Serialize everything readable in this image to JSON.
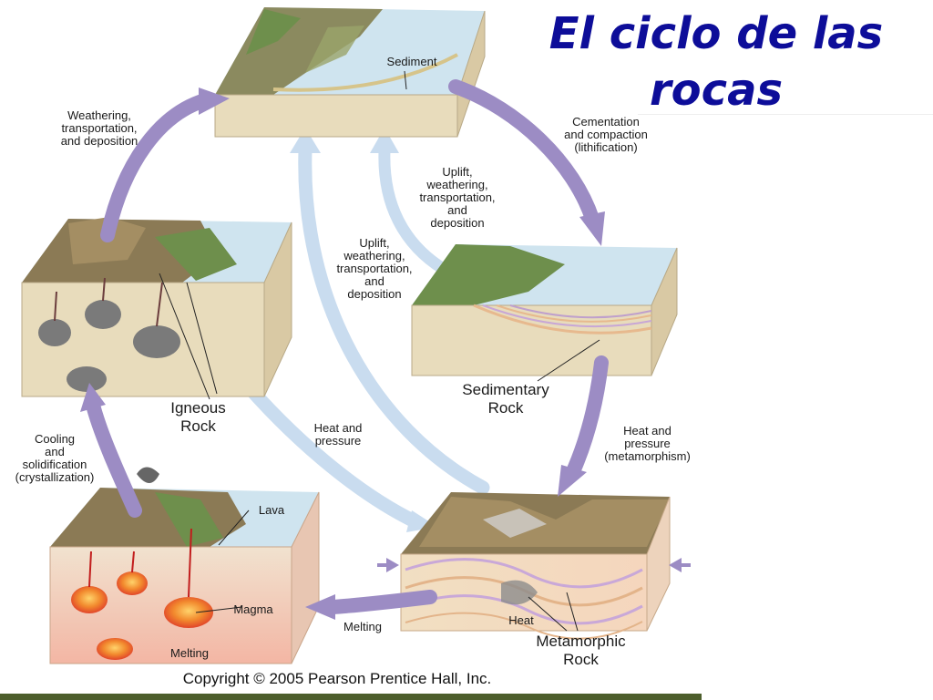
{
  "slide": {
    "title": "El ciclo de las\nrocas",
    "copyright": "Copyright © 2005 Pearson Prentice Hall, Inc."
  },
  "diagram": {
    "blocks": {
      "sediment": {
        "label": "Sediment"
      },
      "igneous": {
        "label": "Igneous\nRock"
      },
      "sedimentary": {
        "label": "Sedimentary\nRock"
      },
      "metamorphic": {
        "label": "Metamorphic\nRock",
        "heat_label": "Heat"
      },
      "magma": {
        "lava_label": "Lava",
        "magma_label": "Magma",
        "melting_label": "Melting"
      }
    },
    "processes": {
      "weathering": "Weathering,\ntransportation,\nand deposition",
      "cementation": "Cementation\nand compaction\n(lithification)",
      "uplift_inner": "Uplift,\nweathering,\ntransportation,\nand\ndeposition",
      "uplift_outer": "Uplift,\nweathering,\ntransportation,\nand\ndeposition",
      "heat_pressure_igneous": "Heat and\npressure",
      "heat_pressure_sedimentary": "Heat and\npressure\n(metamorphism)",
      "cooling": "Cooling\nand\nsolidification\n(crystallization)",
      "melting": "Melting"
    },
    "colors": {
      "major_arrow": "#9c8cc4",
      "minor_arrow": "#c9dcef",
      "water": "#cfe4ef",
      "land": "#8b7a55",
      "vegetation": "#6e8f4c",
      "sediment_body": "#e8dcbc",
      "magma": "#e8462a",
      "title": "#0d0d99"
    }
  }
}
